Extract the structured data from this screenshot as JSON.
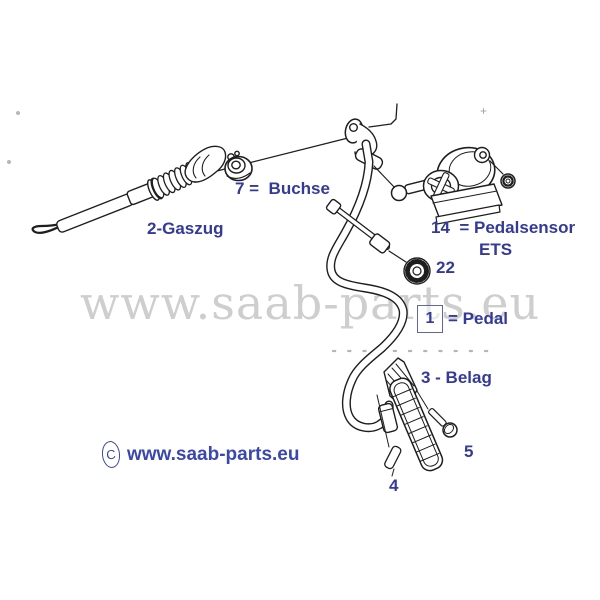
{
  "colors": {
    "background": "#ffffff",
    "line_art": "#1e1e1e",
    "label_text": "#333a99",
    "copyright_text": "#3a47ae",
    "watermark_text": "#c9c9c9",
    "pedal_box_border": "#62679f"
  },
  "watermark": {
    "text": "www.saab-parts.eu"
  },
  "copyright": {
    "symbol": "C",
    "text": "www.saab-parts.eu"
  },
  "labels": {
    "gaszug": "2-Gaszug",
    "buchse": "7 =  Buchse",
    "pedalsensor_line1": "14  = Pedalsensor",
    "pedalsensor_line2": "ETS",
    "grommet_number": "22",
    "pedal_number": "1",
    "pedal_text": "= Pedal",
    "belag": "3 - Belag",
    "bolt_number": "5",
    "clip_number": "4"
  }
}
